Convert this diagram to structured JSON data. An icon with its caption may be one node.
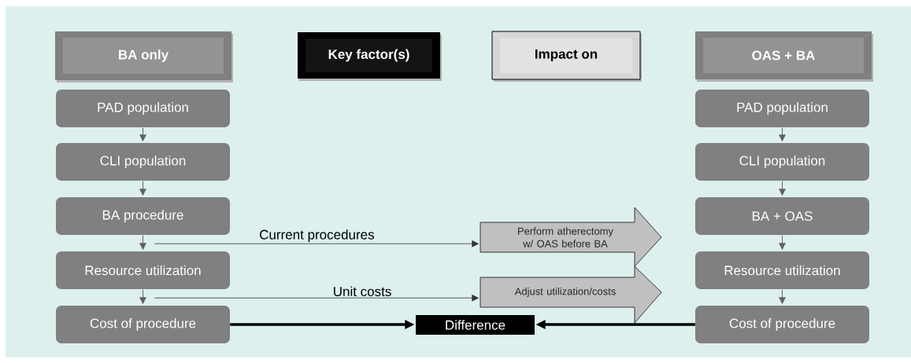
{
  "diagram": {
    "nodes": [
      {
        "text": [
          "BA only"
        ]
      },
      {
        "text": [
          "Key factor(s)"
        ]
      },
      {
        "text": [
          "Impact on"
        ]
      },
      {
        "text": [
          "OAS + BA"
        ]
      },
      {
        "text": [
          "PAD population"
        ]
      },
      {
        "text": [
          "CLI population"
        ]
      },
      {
        "text": [
          "BA procedure"
        ]
      },
      {
        "text": [
          "Resource utilization"
        ]
      },
      {
        "text": [
          "Cost of procedure"
        ]
      },
      {
        "text": [
          "Perform atherectomy w/ OAS before BA"
        ]
      },
      {
        "text": [
          "Adjust utilization/costs"
        ]
      },
      {
        "text": [
          "Difference"
        ]
      },
      {
        "text": [
          "PAD population"
        ]
      },
      {
        "text": [
          "CLI population"
        ]
      },
      {
        "text": [
          "BA + OAS"
        ]
      },
      {
        "text": [
          "Resource utilization"
        ]
      },
      {
        "text": [
          "Cost of procedure"
        ]
      }
    ],
    "edges": [
      {
        "from": 4,
        "to": 5,
        "arrow": "to"
      },
      {
        "from": 5,
        "to": 6,
        "arrow": "to"
      },
      {
        "from": 6,
        "to": 7,
        "arrow": "to"
      },
      {
        "from": 7,
        "to": 8,
        "arrow": "to"
      },
      {
        "from": 12,
        "to": 13,
        "arrow": "to"
      },
      {
        "from": 13,
        "to": 14,
        "arrow": "to"
      },
      {
        "from": 14,
        "to": 15,
        "arrow": "to"
      },
      {
        "from": 15,
        "to": 16,
        "arrow": "to"
      },
      {
        "from": 6,
        "to": 9,
        "arrow": "to",
        "label": "Current procedures"
      },
      {
        "from": 7,
        "to": 10,
        "arrow": "to",
        "label": "Unit costs"
      },
      {
        "from": 8,
        "to": 11,
        "arrow": "to",
        "style": "thick",
        "color": "#000000"
      },
      {
        "from": 16,
        "to": 11,
        "arrow": "to",
        "style": "thick",
        "color": "#000000"
      }
    ]
  }
}
